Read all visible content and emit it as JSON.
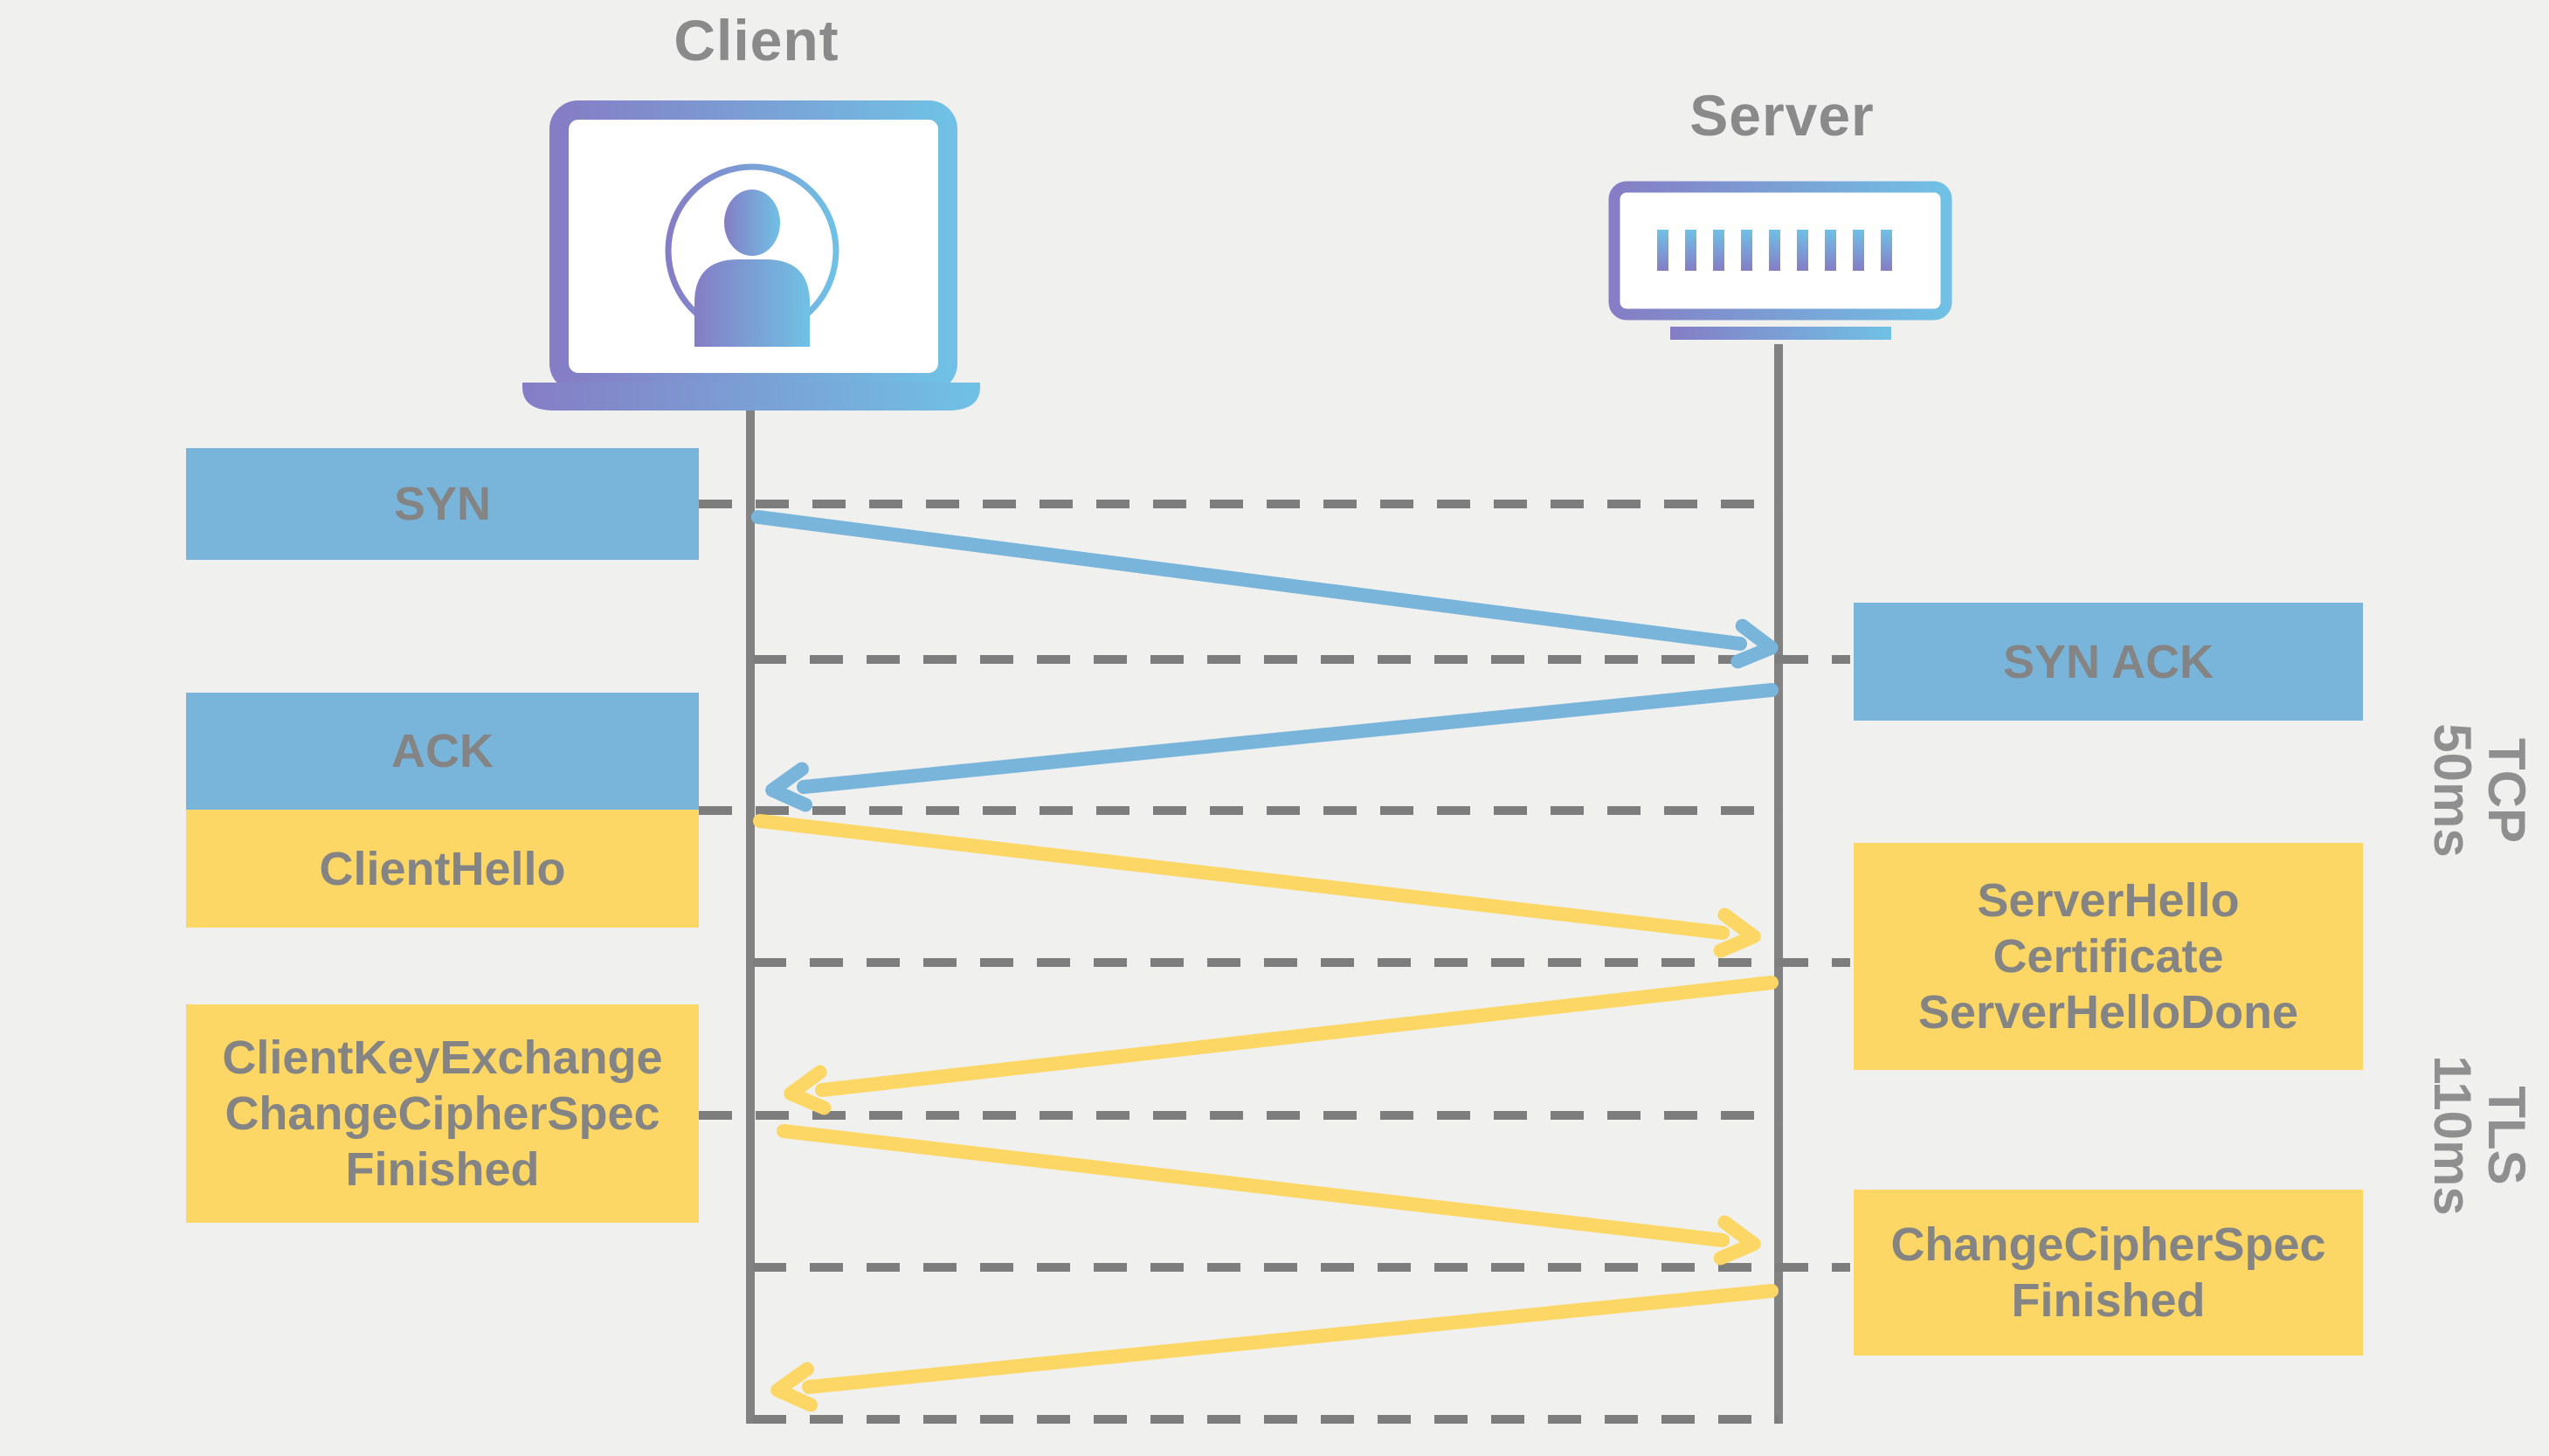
{
  "actors": {
    "client": "Client",
    "server": "Server"
  },
  "handshake": {
    "client_messages": [
      {
        "label": "SYN",
        "protocol": "TCP"
      },
      {
        "label": "ACK",
        "protocol": "TCP"
      },
      {
        "label": "ClientHello",
        "protocol": "TLS"
      },
      {
        "label": "ClientKeyExchange\nChangeCipherSpec\nFinished",
        "protocol": "TLS"
      }
    ],
    "server_messages": [
      {
        "label": "SYN ACK",
        "protocol": "TCP"
      },
      {
        "label": "ServerHello\nCertificate\nServerHelloDone",
        "protocol": "TLS"
      },
      {
        "label": "ChangeCipherSpec\nFinished",
        "protocol": "TLS"
      }
    ]
  },
  "sections": {
    "tcp": "TCP\n50ms",
    "tls": "TLS\n110ms"
  },
  "icons": {
    "client": "laptop-with-user-avatar-icon",
    "server": "server-rack-icon"
  },
  "colors": {
    "background": "#f0f0ee",
    "tcp_box": "#79b5db",
    "tls_box": "#fcd765",
    "box_text": "#848484",
    "title_text": "#8a8a8a",
    "lifeline": "#828282",
    "dashed_line": "#7d7d7d",
    "gradient_purple": "#857dc5",
    "gradient_blue": "#70c1e5"
  }
}
